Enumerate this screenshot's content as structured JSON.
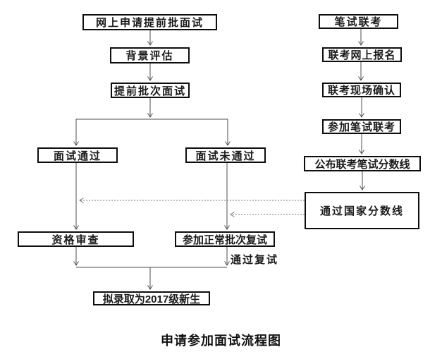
{
  "diagram": {
    "caption": "申请参加面试流程图",
    "edge_labels": {
      "retest_passed": "通过复试"
    },
    "nodes": {
      "online_application": "网上申请提前批面试",
      "background_evaluation": "背景评估",
      "early_batch_interview": "提前批次面试",
      "interview_passed": "面试通过",
      "interview_failed": "面试未通过",
      "qualification_review": "资格审查",
      "normal_batch_retest": "参加正常批次复试",
      "admission": "拟录取为2017级新生",
      "written_joint_exam": "笔试联考",
      "joint_exam_online_registration": "联考网上报名",
      "joint_exam_onsite_confirmation": "联考现场确认",
      "take_written_joint_exam": "参加笔试联考",
      "announce_score_line": "公布联考笔试分数线",
      "national_score_line": "通过国家分数线"
    },
    "colors": {
      "background": "#ffffff",
      "box_border": "#0d0d0d",
      "solid_line": "#4d4d4d",
      "dashed_line": "#777777",
      "text": "#1a1a1a"
    }
  }
}
